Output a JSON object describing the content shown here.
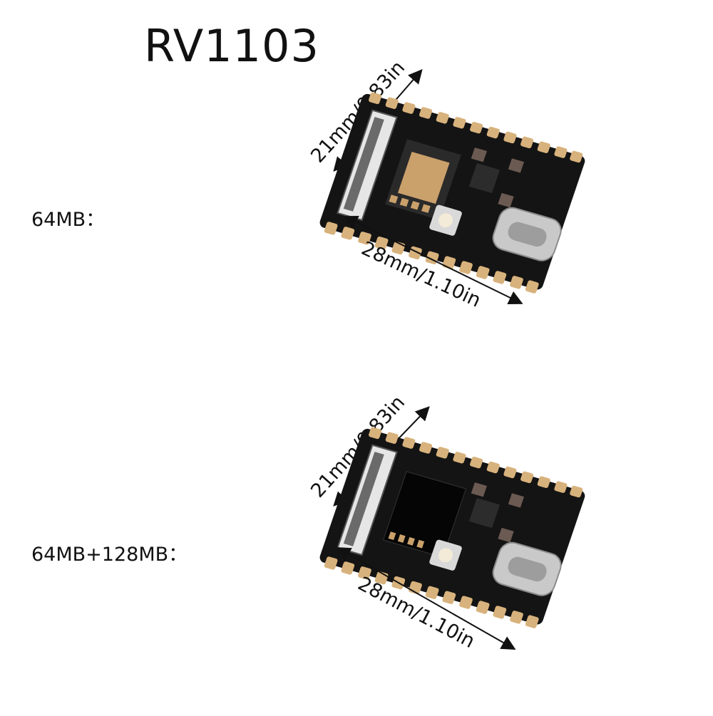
{
  "title": "RV1103",
  "variants": [
    {
      "label": "64MB：",
      "width_dim": "21mm/0.83in",
      "length_dim": "28mm/1.10in",
      "chip": "memory-module"
    },
    {
      "label": "64MB+128MB：",
      "width_dim": "21mm/0.83in",
      "length_dim": "28mm/1.10in",
      "chip": "flash-chip"
    }
  ],
  "colors": {
    "board": "#141414",
    "pad": "#d8b27c",
    "usb": "#c9c9c9",
    "text": "#111111"
  }
}
